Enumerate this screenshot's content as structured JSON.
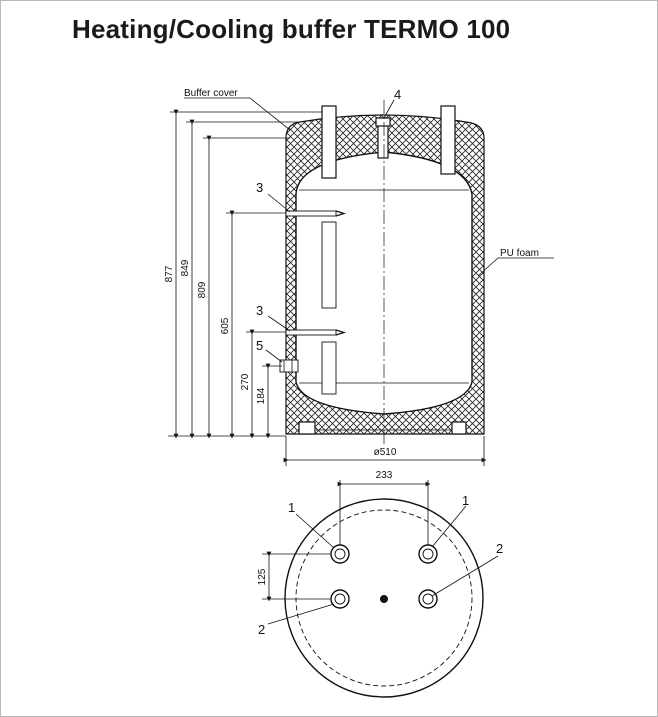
{
  "title": "Heating/Cooling buffer TERMO 100",
  "labels": {
    "buffer_cover": "Buffer cover",
    "pu_foam": "PU foam"
  },
  "dimensions": {
    "height_877": "877",
    "height_849": "849",
    "height_809": "809",
    "height_605": "605",
    "height_270": "270",
    "height_184": "184",
    "diameter": "ø510",
    "spacing_233": "233",
    "spacing_125": "125"
  },
  "callouts": {
    "c4": "4",
    "c3_upper": "3",
    "c3_lower": "3",
    "c5": "5",
    "c1_left": "1",
    "c1_right": "1",
    "c2_left": "2",
    "c2_right": "2"
  },
  "colors": {
    "line": "#111111",
    "frame": "#b9b9b9"
  }
}
